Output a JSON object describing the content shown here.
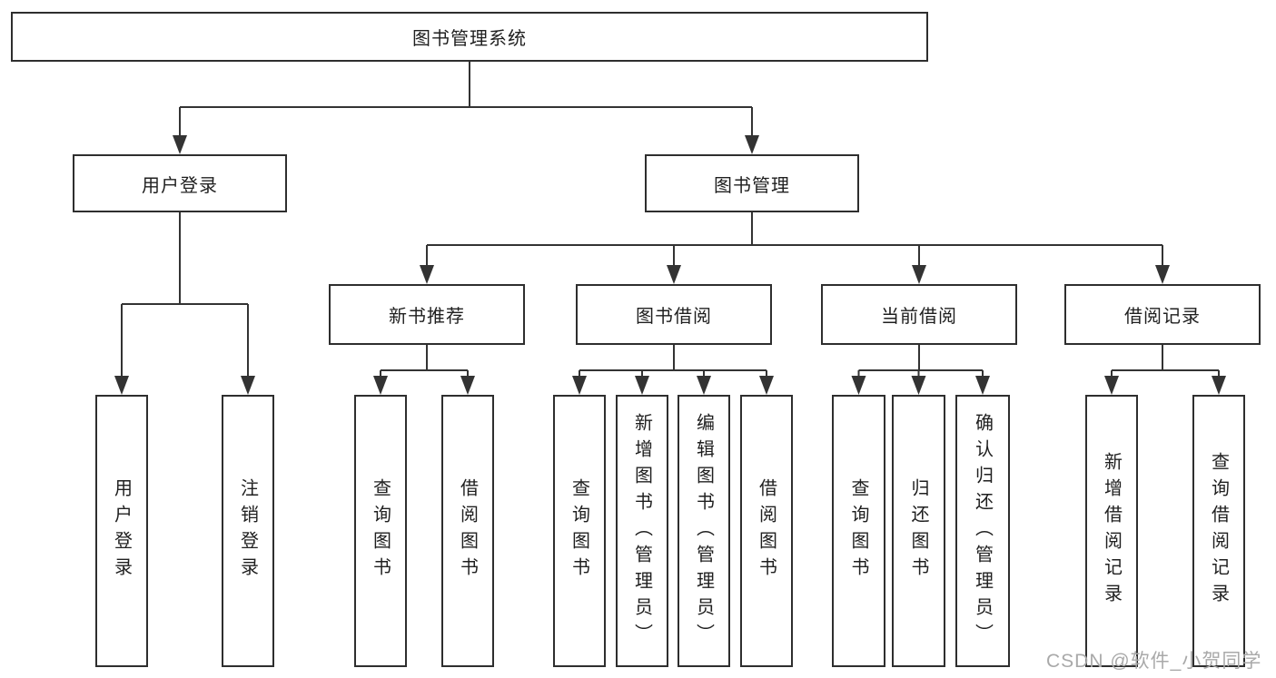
{
  "tree": {
    "root": "图书管理系统",
    "login": {
      "label": "用户登录",
      "children": [
        "用户登录",
        "注销登录"
      ]
    },
    "management": {
      "label": "图书管理",
      "groups": [
        {
          "label": "新书推荐",
          "children": [
            "查询图书",
            "借阅图书"
          ]
        },
        {
          "label": "图书借阅",
          "children": [
            "查询图书",
            "新增图书（管理员）",
            "编辑图书（管理员）",
            "借阅图书"
          ]
        },
        {
          "label": "当前借阅",
          "children": [
            "查询图书",
            "归还图书",
            "确认归还（管理员）"
          ]
        },
        {
          "label": "借阅记录",
          "children": [
            "新增借阅记录",
            "查询借阅记录"
          ]
        }
      ]
    }
  },
  "watermark": "CSDN @软件_小贺同学",
  "colors": {
    "line": "#333333",
    "box_border": "#2e2e2e",
    "text": "#1f1f1f",
    "watermark": "#a9a9a9",
    "background": "#ffffff"
  }
}
